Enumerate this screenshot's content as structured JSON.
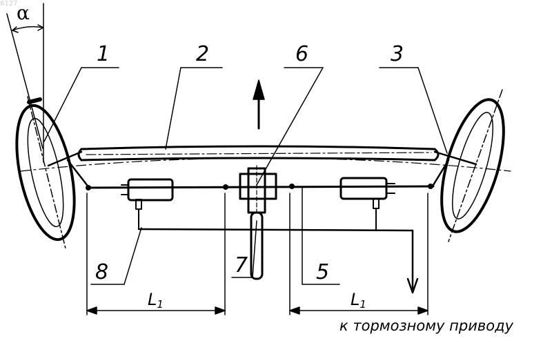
{
  "figure": {
    "ref_number": "6127",
    "angle_symbol": "α",
    "callouts": {
      "c1": "1",
      "c2": "2",
      "c3": "3",
      "c5": "5",
      "c6": "6",
      "c7": "7",
      "c8": "8"
    },
    "dimension_left": {
      "base": "L",
      "sub": "1"
    },
    "dimension_right": {
      "base": "L",
      "sub": "1"
    },
    "caption": "к тормозному приводу"
  }
}
